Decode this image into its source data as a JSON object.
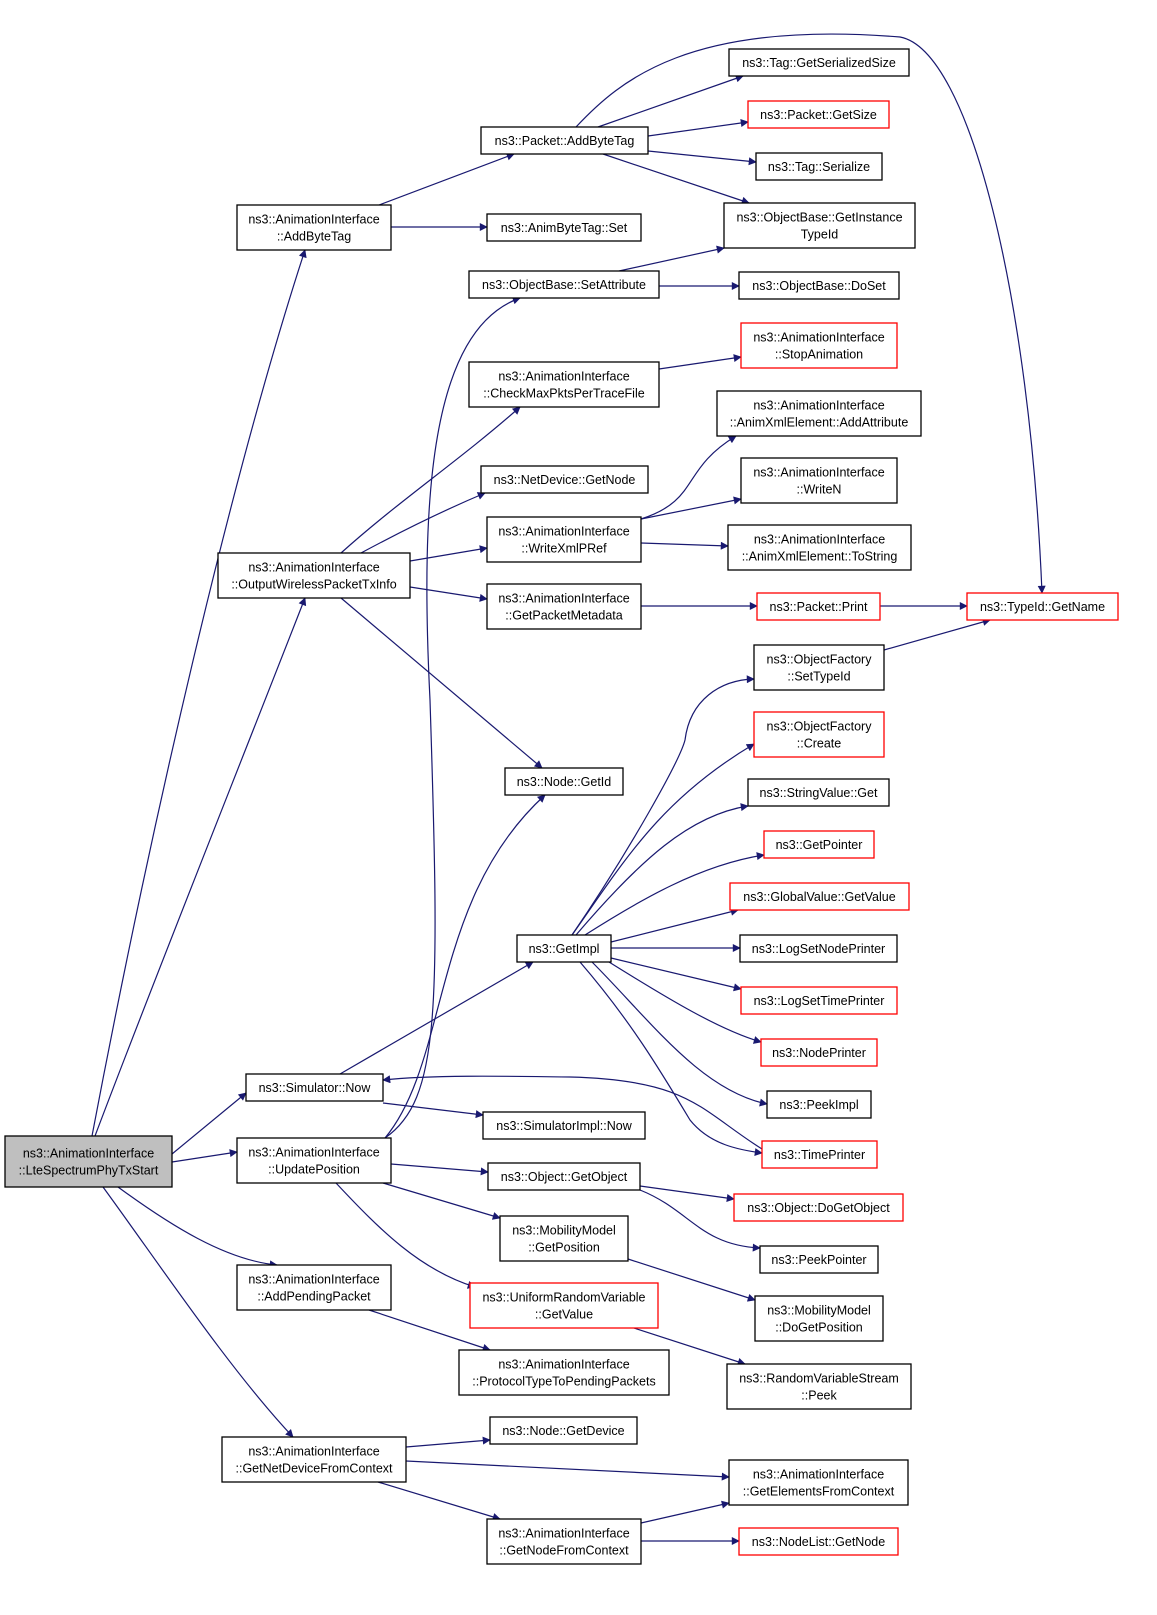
{
  "diagram": {
    "colors": {
      "edge": "#191970",
      "documented_border": "#000000",
      "undocumented_border": "#ff0000",
      "root_fill": "#bfbfbf",
      "node_fill": "#ffffff"
    },
    "nodes": [
      {
        "id": "lte",
        "lines": [
          "ns3::AnimationInterface",
          "::LteSpectrumPhyTxStart"
        ],
        "style": "root"
      },
      {
        "id": "addbytetag",
        "lines": [
          "ns3::AnimationInterface",
          "::AddByteTag"
        ],
        "style": "black"
      },
      {
        "id": "outputwireless",
        "lines": [
          "ns3::AnimationInterface",
          "::OutputWirelessPacketTxInfo"
        ],
        "style": "black"
      },
      {
        "id": "simnow",
        "lines": [
          "ns3::Simulator::Now"
        ],
        "style": "black"
      },
      {
        "id": "updatepos",
        "lines": [
          "ns3::AnimationInterface",
          "::UpdatePosition"
        ],
        "style": "black"
      },
      {
        "id": "addpending",
        "lines": [
          "ns3::AnimationInterface",
          "::AddPendingPacket"
        ],
        "style": "black"
      },
      {
        "id": "getnetdev",
        "lines": [
          "ns3::AnimationInterface",
          "::GetNetDeviceFromContext"
        ],
        "style": "black"
      },
      {
        "id": "packetaddbytetag",
        "lines": [
          "ns3::Packet::AddByteTag"
        ],
        "style": "black"
      },
      {
        "id": "animbytetagset",
        "lines": [
          "ns3::AnimByteTag::Set"
        ],
        "style": "black"
      },
      {
        "id": "setattribute",
        "lines": [
          "ns3::ObjectBase::SetAttribute"
        ],
        "style": "black"
      },
      {
        "id": "checkmax",
        "lines": [
          "ns3::AnimationInterface",
          "::CheckMaxPktsPerTraceFile"
        ],
        "style": "black"
      },
      {
        "id": "netdevgetnode",
        "lines": [
          "ns3::NetDevice::GetNode"
        ],
        "style": "black"
      },
      {
        "id": "writexmlpref",
        "lines": [
          "ns3::AnimationInterface",
          "::WriteXmlPRef"
        ],
        "style": "black"
      },
      {
        "id": "getpacketmeta",
        "lines": [
          "ns3::AnimationInterface",
          "::GetPacketMetadata"
        ],
        "style": "black"
      },
      {
        "id": "nodegetid",
        "lines": [
          "ns3::Node::GetId"
        ],
        "style": "black"
      },
      {
        "id": "getimpl",
        "lines": [
          "ns3::GetImpl"
        ],
        "style": "black"
      },
      {
        "id": "simimplnow",
        "lines": [
          "ns3::SimulatorImpl::Now"
        ],
        "style": "black"
      },
      {
        "id": "objgetobject",
        "lines": [
          "ns3::Object::GetObject"
        ],
        "style": "black"
      },
      {
        "id": "mobgetpos",
        "lines": [
          "ns3::MobilityModel",
          "::GetPosition"
        ],
        "style": "black"
      },
      {
        "id": "urvgetvalue",
        "lines": [
          "ns3::UniformRandomVariable",
          "::GetValue"
        ],
        "style": "red"
      },
      {
        "id": "prototype",
        "lines": [
          "ns3::AnimationInterface",
          "::ProtocolTypeToPendingPackets"
        ],
        "style": "black"
      },
      {
        "id": "nodegetdevice",
        "lines": [
          "ns3::Node::GetDevice"
        ],
        "style": "black"
      },
      {
        "id": "getnodefromctx",
        "lines": [
          "ns3::AnimationInterface",
          "::GetNodeFromContext"
        ],
        "style": "black"
      },
      {
        "id": "taggetsersize",
        "lines": [
          "ns3::Tag::GetSerializedSize"
        ],
        "style": "black"
      },
      {
        "id": "packetgetsize",
        "lines": [
          "ns3::Packet::GetSize"
        ],
        "style": "red"
      },
      {
        "id": "tagserialize",
        "lines": [
          "ns3::Tag::Serialize"
        ],
        "style": "black"
      },
      {
        "id": "getinstancetypeid",
        "lines": [
          "ns3::ObjectBase::GetInstance",
          "TypeId"
        ],
        "style": "black"
      },
      {
        "id": "objbasedoset",
        "lines": [
          "ns3::ObjectBase::DoSet"
        ],
        "style": "black"
      },
      {
        "id": "stopanim",
        "lines": [
          "ns3::AnimationInterface",
          "::StopAnimation"
        ],
        "style": "red"
      },
      {
        "id": "addattribute",
        "lines": [
          "ns3::AnimationInterface",
          "::AnimXmlElement::AddAttribute"
        ],
        "style": "black"
      },
      {
        "id": "writen",
        "lines": [
          "ns3::AnimationInterface",
          "::WriteN"
        ],
        "style": "black"
      },
      {
        "id": "tostring",
        "lines": [
          "ns3::AnimationInterface",
          "::AnimXmlElement::ToString"
        ],
        "style": "black"
      },
      {
        "id": "packetprint",
        "lines": [
          "ns3::Packet::Print"
        ],
        "style": "red"
      },
      {
        "id": "typeidgetname",
        "lines": [
          "ns3::TypeId::GetName"
        ],
        "style": "red"
      },
      {
        "id": "objfactsettypeid",
        "lines": [
          "ns3::ObjectFactory",
          "::SetTypeId"
        ],
        "style": "black"
      },
      {
        "id": "objfactcreate",
        "lines": [
          "ns3::ObjectFactory",
          "::Create"
        ],
        "style": "red"
      },
      {
        "id": "stringvalueget",
        "lines": [
          "ns3::StringValue::Get"
        ],
        "style": "black"
      },
      {
        "id": "getpointer",
        "lines": [
          "ns3::GetPointer"
        ],
        "style": "red"
      },
      {
        "id": "globalvaluegetvalue",
        "lines": [
          "ns3::GlobalValue::GetValue"
        ],
        "style": "red"
      },
      {
        "id": "logsetnodeprinter",
        "lines": [
          "ns3::LogSetNodePrinter"
        ],
        "style": "black"
      },
      {
        "id": "logsettimeprinter",
        "lines": [
          "ns3::LogSetTimePrinter"
        ],
        "style": "red"
      },
      {
        "id": "nodeprinter",
        "lines": [
          "ns3::NodePrinter"
        ],
        "style": "red"
      },
      {
        "id": "peekimpl",
        "lines": [
          "ns3::PeekImpl"
        ],
        "style": "black"
      },
      {
        "id": "timeprinter",
        "lines": [
          "ns3::TimePrinter"
        ],
        "style": "red"
      },
      {
        "id": "objdogetobject",
        "lines": [
          "ns3::Object::DoGetObject"
        ],
        "style": "red"
      },
      {
        "id": "peekpointer",
        "lines": [
          "ns3::PeekPointer"
        ],
        "style": "black"
      },
      {
        "id": "mobdogetpos",
        "lines": [
          "ns3::MobilityModel",
          "::DoGetPosition"
        ],
        "style": "black"
      },
      {
        "id": "rvspeek",
        "lines": [
          "ns3::RandomVariableStream",
          "::Peek"
        ],
        "style": "black"
      },
      {
        "id": "getelemfromctx",
        "lines": [
          "ns3::AnimationInterface",
          "::GetElementsFromContext"
        ],
        "style": "black"
      },
      {
        "id": "nodelistgetnode",
        "lines": [
          "ns3::NodeList::GetNode"
        ],
        "style": "red"
      }
    ]
  }
}
